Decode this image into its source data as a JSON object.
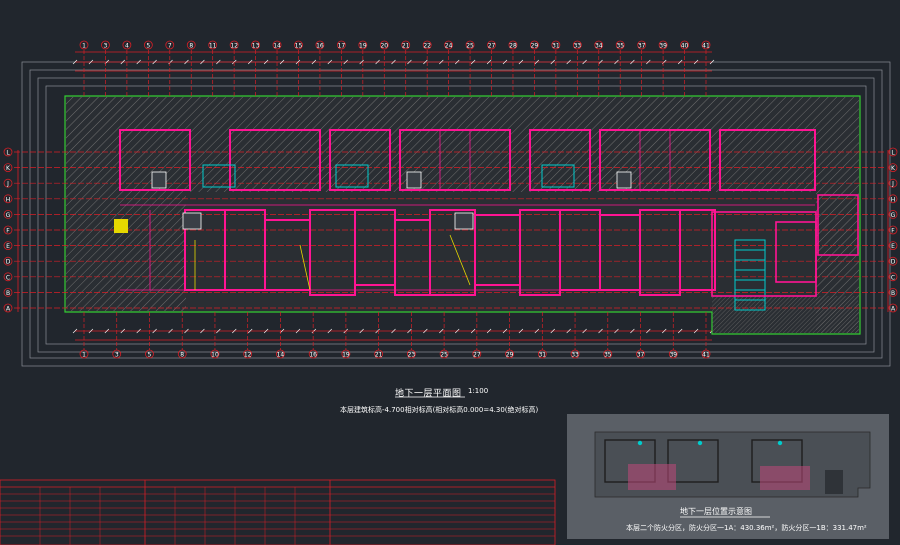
{
  "drawing": {
    "title": "地下一层平面图",
    "scale": "1:100",
    "note": "本层建筑标高-4.700相对标高(相对标高0.000=4.30(绝对标高)"
  },
  "inset": {
    "title": "地下一层位置示意图",
    "note": "本层二个防火分区，防火分区一1A：430.36m²，防火分区一1B：331.47m²"
  },
  "grid_axes": {
    "top": [
      "1",
      "3",
      "4",
      "5",
      "7",
      "8",
      "11",
      "12",
      "13",
      "14",
      "15",
      "16",
      "17",
      "19",
      "20",
      "21",
      "22",
      "24",
      "25",
      "27",
      "28",
      "29",
      "31",
      "33",
      "34",
      "35",
      "37",
      "39",
      "40",
      "41"
    ],
    "bottom": [
      "1",
      "3",
      "5",
      "8",
      "10",
      "12",
      "14",
      "16",
      "19",
      "21",
      "23",
      "25",
      "27",
      "29",
      "31",
      "33",
      "35",
      "37",
      "39",
      "41"
    ],
    "side": [
      "L",
      "K",
      "J",
      "H",
      "G",
      "F",
      "E",
      "D",
      "C",
      "B",
      "A"
    ]
  },
  "colors": {
    "background": "#21262d",
    "grid_axis": "#d71f26",
    "wall": "#ff1493",
    "boundary": "#33cc33",
    "hatch": "#7a7a7a",
    "highlight": "#e6d800",
    "stair": "#00cccc",
    "inset_bg": "#5a5f66"
  }
}
